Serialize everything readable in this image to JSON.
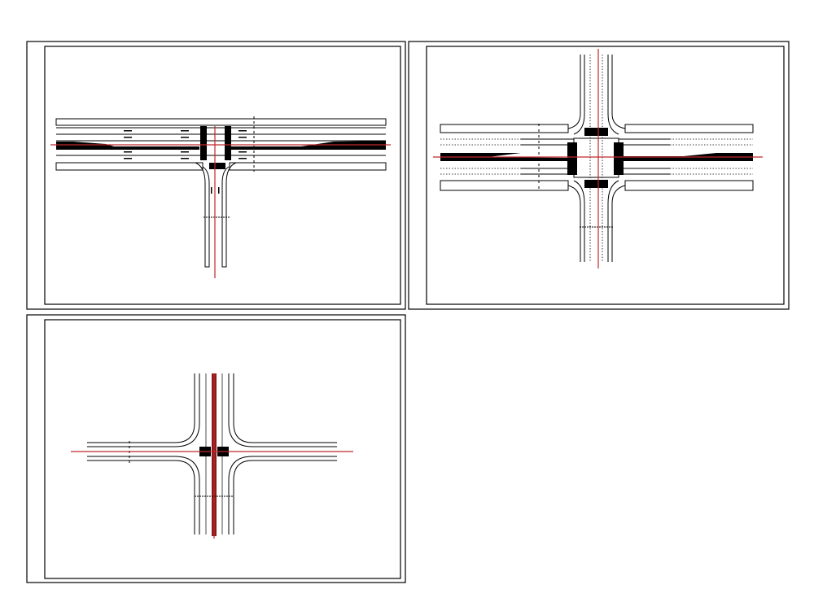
{
  "drawing": {
    "sheets": [
      {
        "type": "t-intersection"
      },
      {
        "type": "four-way-intersection-wide"
      },
      {
        "type": "four-way-intersection-narrow"
      }
    ],
    "colors": {
      "background": "#ffffff",
      "linework": "#000000",
      "centerline": "#c0282d"
    }
  }
}
